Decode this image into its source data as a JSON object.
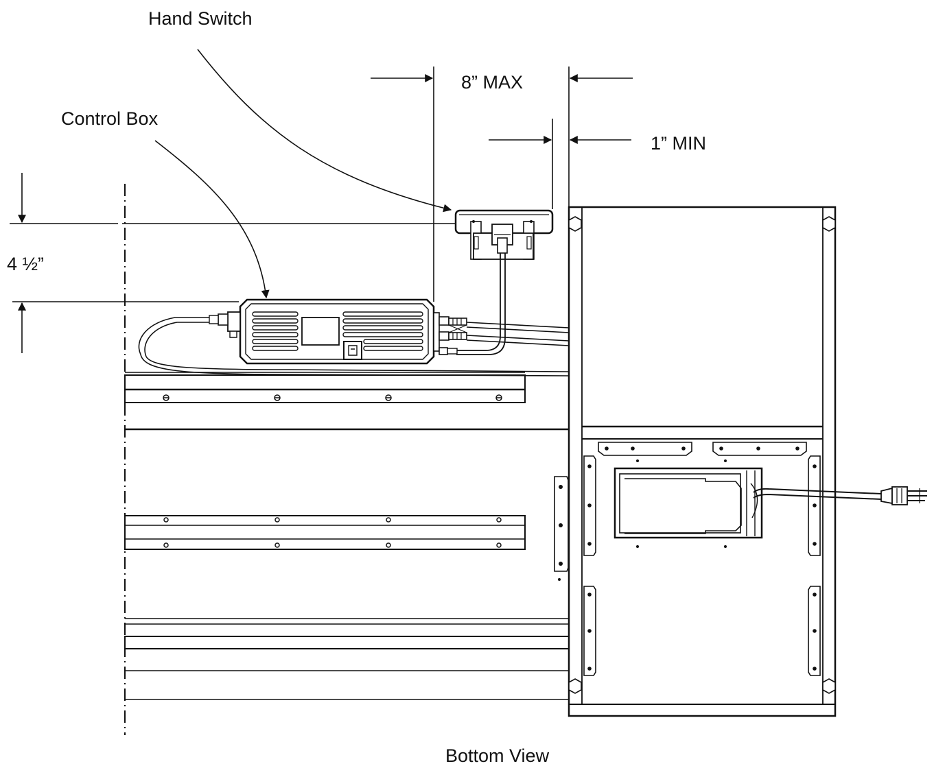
{
  "labels": {
    "hand_switch": "Hand Switch",
    "control_box": "Control Box",
    "dim_8_max": "8” MAX",
    "dim_1_min": "1” MIN",
    "dim_4_5": "4 ½”",
    "caption": "Bottom View"
  },
  "colors": {
    "line": "#111111",
    "background": "#ffffff"
  }
}
